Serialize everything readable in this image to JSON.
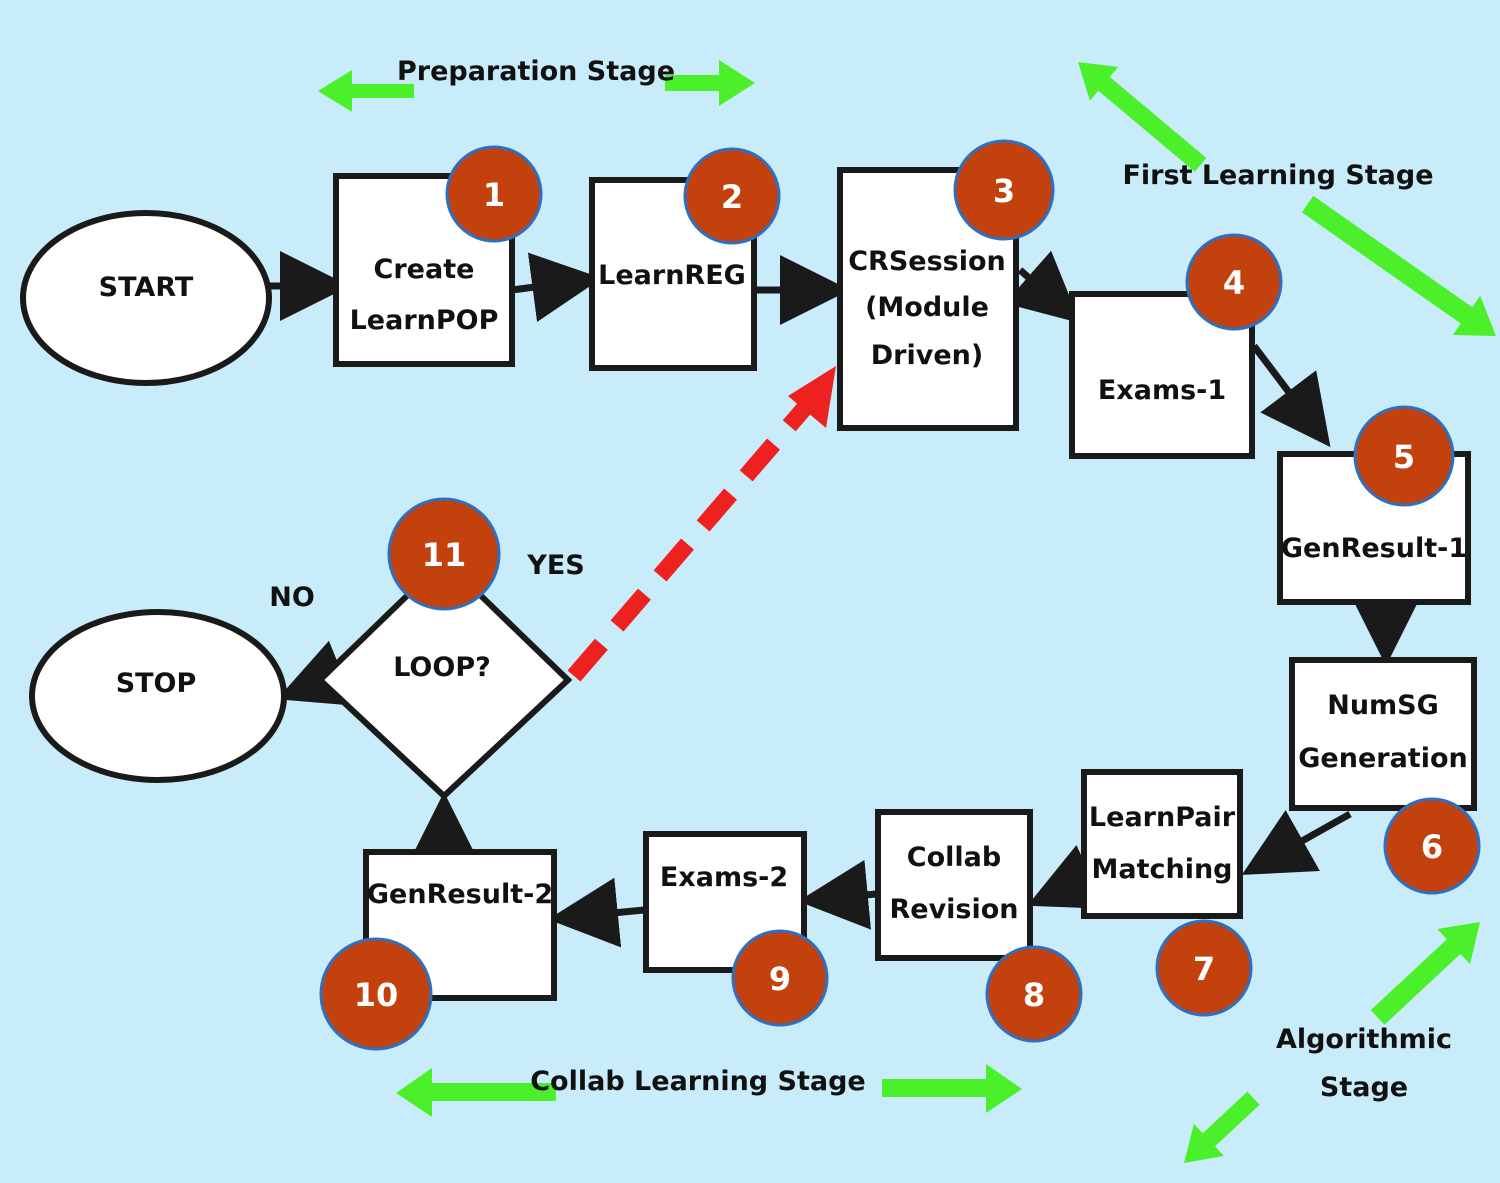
{
  "stages": {
    "preparation": "Preparation Stage",
    "first_learning": "First Learning Stage",
    "algorithmic_line1": "Algorithmic",
    "algorithmic_line2": "Stage",
    "collab_learning": "Collab Learning Stage"
  },
  "nodes": {
    "start": "START",
    "create_learnpop_line1": "Create",
    "create_learnpop_line2": "LearnPOP",
    "learnreg": "LearnREG",
    "crsession_line1": "CRSession",
    "crsession_line2": "(Module",
    "crsession_line3": "Driven)",
    "exams1": "Exams-1",
    "genresult1": "GenResult-1",
    "numsg_line1": "NumSG",
    "numsg_line2": "Generation",
    "learnpair_line1": "LearnPair",
    "learnpair_line2": "Matching",
    "collab_revision_line1": "Collab",
    "collab_revision_line2": "Revision",
    "exams2": "Exams-2",
    "genresult2": "GenResult-2",
    "loop": "LOOP?",
    "stop": "STOP"
  },
  "branches": {
    "yes": "YES",
    "no": "NO"
  },
  "badges": [
    "1",
    "2",
    "3",
    "4",
    "5",
    "6",
    "7",
    "8",
    "9",
    "10",
    "11"
  ],
  "colors": {
    "background": "#c9ecfa",
    "badge_fill": "#c2410c",
    "badge_stroke": "#2f6fbf",
    "stage_arrow": "#4cf02a",
    "loop_arrow": "#ee2121",
    "node_stroke": "#1a1a1a"
  }
}
